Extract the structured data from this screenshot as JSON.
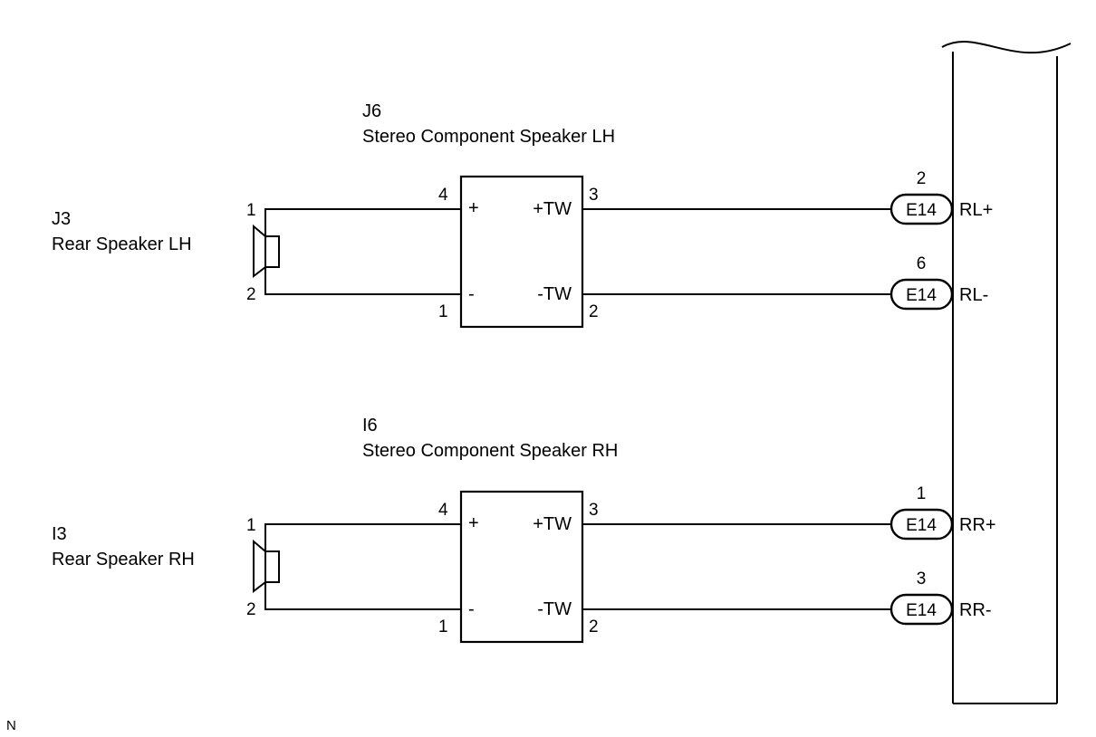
{
  "diagram": {
    "footer_mark": "N",
    "speakers": [
      {
        "code": "J3",
        "name": "Rear Speaker LH",
        "pin_top": "1",
        "pin_bottom": "2",
        "component": {
          "code": "J6",
          "name": "Stereo Component Speaker LH",
          "in_plus_pin": "4",
          "in_minus_pin": "1",
          "in_plus_label": "+",
          "in_minus_label": "-",
          "out_plus_label": "+TW",
          "out_minus_label": "-TW",
          "out_plus_pin": "3",
          "out_minus_pin": "2"
        },
        "connectors": [
          {
            "connector": "E14",
            "pin": "2",
            "signal": "RL+"
          },
          {
            "connector": "E14",
            "pin": "6",
            "signal": "RL-"
          }
        ]
      },
      {
        "code": "I3",
        "name": "Rear Speaker RH",
        "pin_top": "1",
        "pin_bottom": "2",
        "component": {
          "code": "I6",
          "name": "Stereo Component Speaker RH",
          "in_plus_pin": "4",
          "in_minus_pin": "1",
          "in_plus_label": "+",
          "in_minus_label": "-",
          "out_plus_label": "+TW",
          "out_minus_label": "-TW",
          "out_plus_pin": "3",
          "out_minus_pin": "2"
        },
        "connectors": [
          {
            "connector": "E14",
            "pin": "1",
            "signal": "RR+"
          },
          {
            "connector": "E14",
            "pin": "3",
            "signal": "RR-"
          }
        ]
      }
    ]
  }
}
